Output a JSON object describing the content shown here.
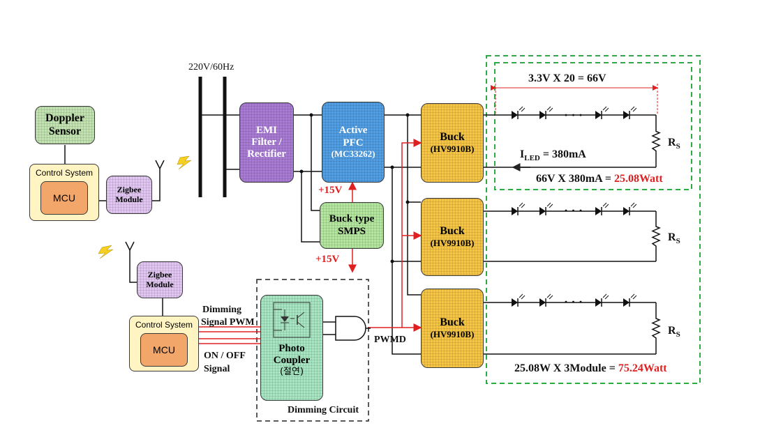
{
  "supply": {
    "label": "220V/60Hz"
  },
  "doppler": {
    "label": "Doppler Sensor"
  },
  "control_top": {
    "title": "Control System",
    "mcu": "MCU"
  },
  "zigbee_top": {
    "label": "Zigbee Module"
  },
  "zigbee_bottom": {
    "label": "Zigbee Module"
  },
  "control_bottom": {
    "title": "Control System",
    "mcu": "MCU"
  },
  "emi": {
    "line1": "EMI",
    "line2": "Filter /",
    "line3": "Rectifier"
  },
  "pfc": {
    "line1": "Active",
    "line2": "PFC",
    "line3": "(MC33262)"
  },
  "smps": {
    "line1": "Buck type",
    "line2": "SMPS"
  },
  "rail_labels": {
    "upper": "+15V",
    "lower": "+15V"
  },
  "photo": {
    "line1": "Photo",
    "line2": "Coupler",
    "line3": "(절연)"
  },
  "dimming_circuit": {
    "label": "Dimming Circuit"
  },
  "signals": {
    "dimming": "Dimming",
    "pwm": "Signal PWM",
    "onoff": "ON / OFF",
    "signal": "Signal",
    "pwmd": "PWMD"
  },
  "bucks": [
    {
      "title": "Buck",
      "part": "(HV9910B)"
    },
    {
      "title": "Buck",
      "part": "(HV9910B)"
    },
    {
      "title": "Buck",
      "part": "(HV9910B)"
    }
  ],
  "led": {
    "voltage_label": "3.3V X 20 = 66V",
    "current_prefix": "I",
    "current_sub": "LED",
    "current_value": " = 380mA",
    "power_prefix": "66V X 380mA = ",
    "power_value": "25.08Watt",
    "resistor": "R",
    "resistor_sub": "S",
    "dots": "· · ·"
  },
  "total": {
    "prefix": "25.08W X 3Module = ",
    "value": "75.24Watt"
  },
  "colors": {
    "doppler": "#c3e2b2",
    "control": "#fff4c2",
    "mcu": "#f2a66a",
    "zigbee": "#e1c6f2",
    "emi": "#a97bd6",
    "pfc": "#4f9ee6",
    "smps": "#b4e6a0",
    "photo": "#a6e6c2",
    "buck": "#f7c542",
    "red": "#e02020",
    "green": "#2eaa44"
  }
}
